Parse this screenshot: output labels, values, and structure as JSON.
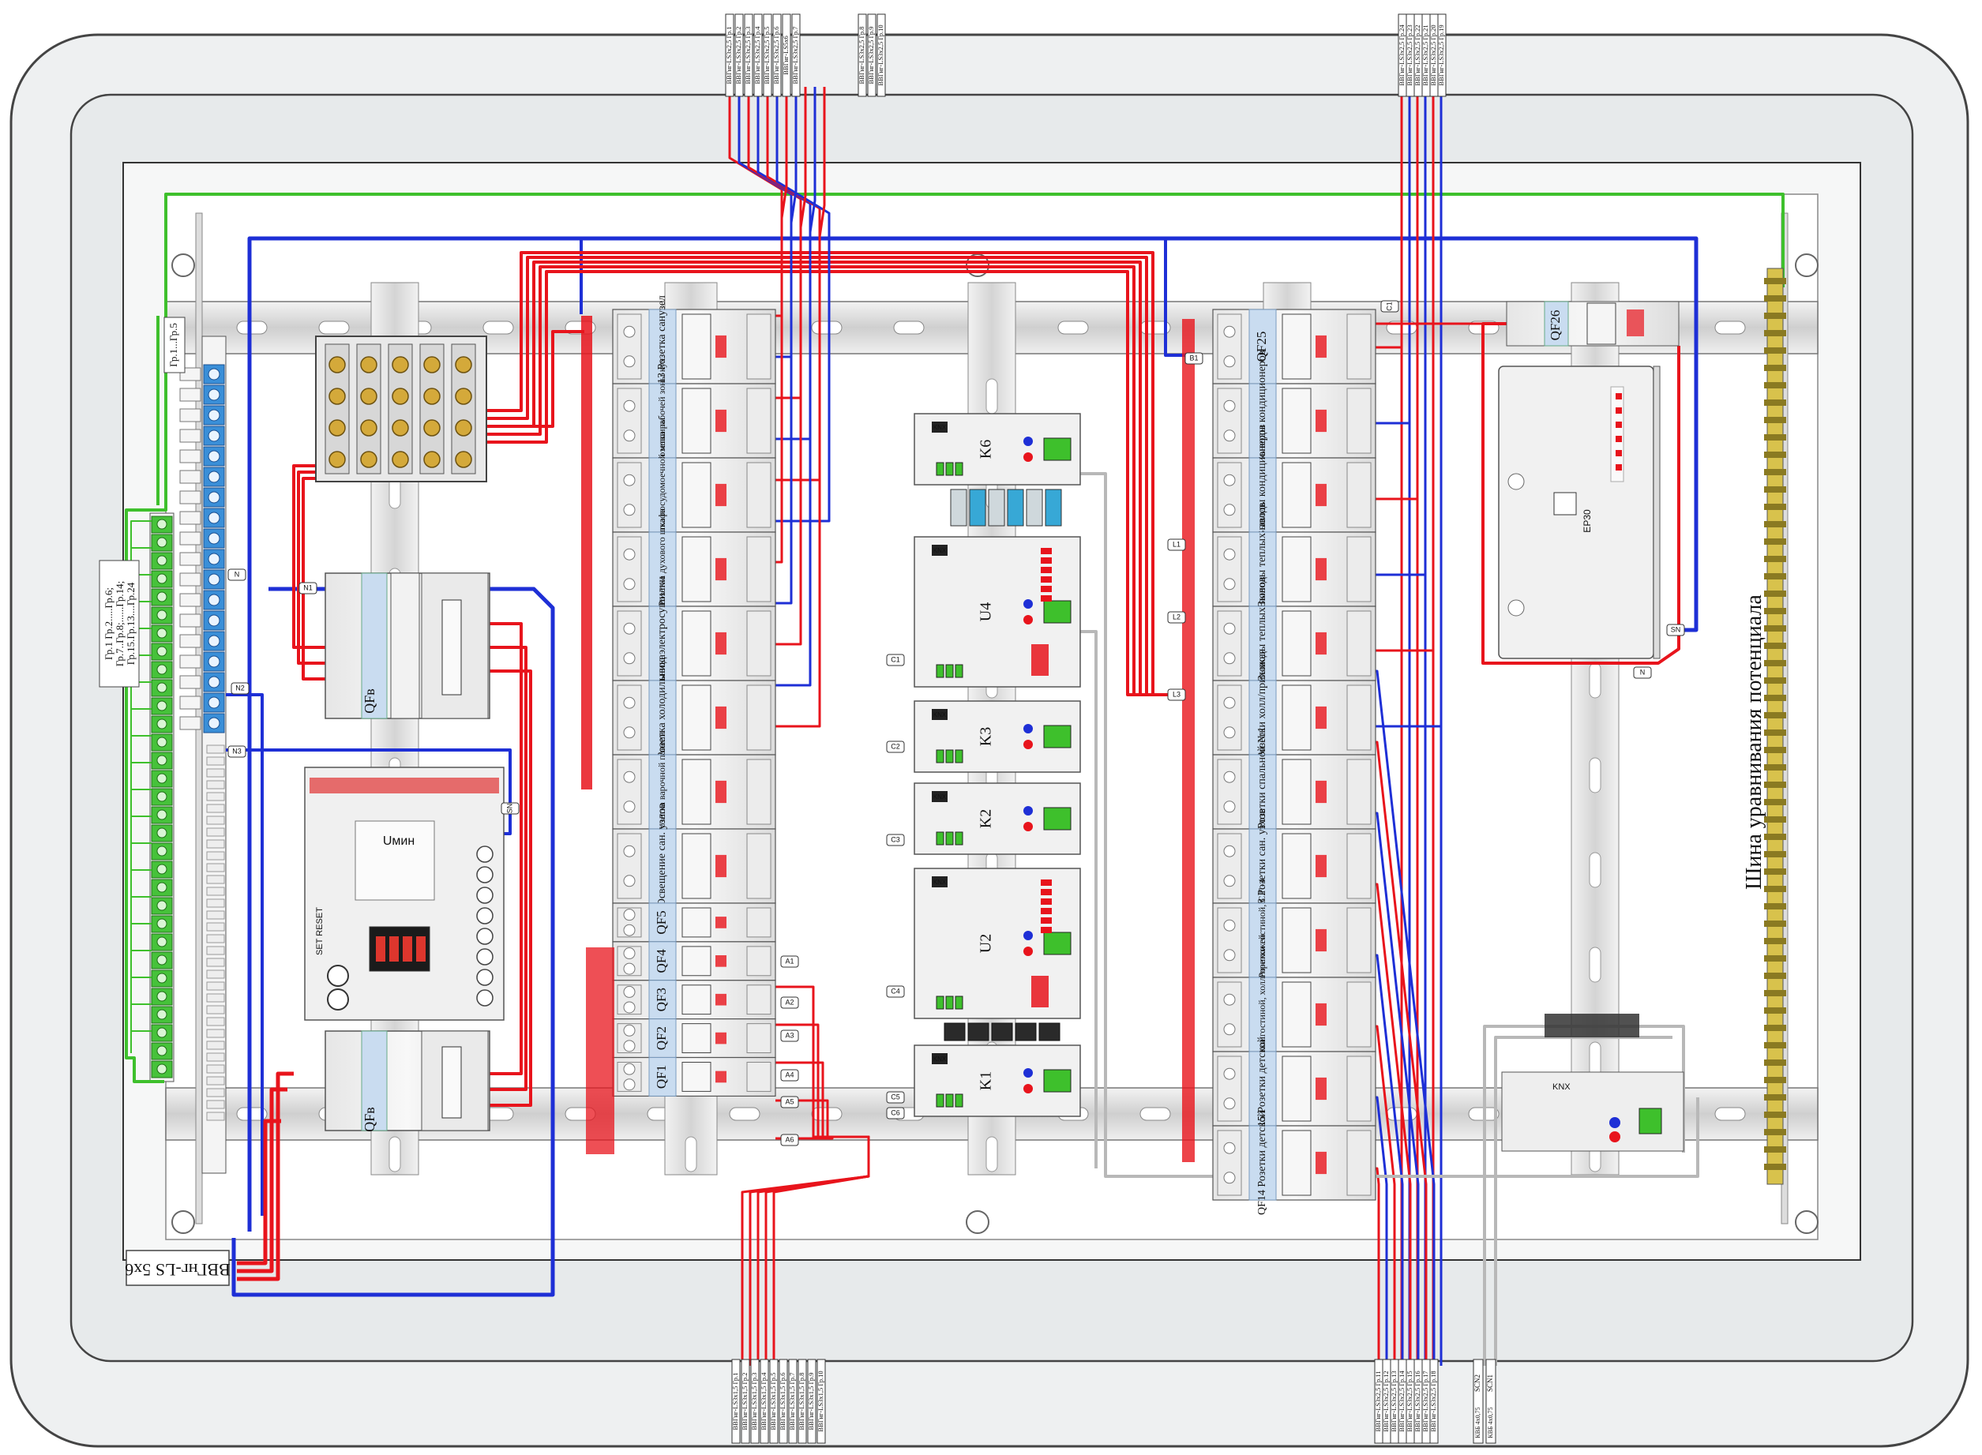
{
  "colors": {
    "phase": "#e8141c",
    "neutral": "#1e2fd6",
    "pe": "#3ec02c",
    "signal": "#b8b8b8",
    "breaker_label_bg": "#c9dcf0",
    "rail": "#d9d9d9",
    "enclosure": "#eceff1"
  },
  "top_left_cables": {
    "left_group": [
      "ВВГнг-LS3х2,5 Гр.1",
      "ВВГнг-LS3х2,5 Гр.2",
      "ВВГнг-LS3х2,5 Гр.3",
      "ВВГнг-LS3х2,5 Гр.4",
      "ВВГнг-LS3х2,5 Гр.5",
      "ВВГнг-LS3х2,5 Гр.6",
      "ВВГнг-LS5х6",
      "ВВГнг-LS3х2,5 Гр.7"
    ],
    "right_group": [
      "ВВГнг-LS3х2,5 Гр.8",
      "ВВГнг-LS3х2,5 Гр.9",
      "ВВГнг-LS3х2,5 Гр.10"
    ]
  },
  "top_right_cables": [
    "ВВГнг-LS3х2,5 Гр.24",
    "ВВГнг-LS3х2,5 Гр.23",
    "ВВГнг-LS3х2,5 Гр.22",
    "ВВГнг-LS3х2,5 Гр.21",
    "ВВГнг-LS3х2,5 Гр.20",
    "ВВГнг-LS3х2,5 Гр.19"
  ],
  "bottom_left_cables": [
    "ВВГнг-LS3х1,5 Гр.1",
    "ВВГнг-LS3х1,5 Гр.2",
    "ВВГнг-LS3х1,5 Гр.3",
    "ВВГнг-LS3х1,5 Гр.4",
    "ВВГнг-LS3х1,5 Гр.5",
    "ВВГнг-LS3х1,5 Гр.6",
    "ВВГнг-LS3х1,5 Гр.7",
    "ВВГнг-LS3х1,5 Гр.8",
    "ВВГнг-LS3х1,5 Гр.9",
    "ВВГнг-LS3х1,5 Гр.10"
  ],
  "bottom_right_cables": [
    "ВВГнг-LS3х2,5 Гр.11",
    "ВВГнг-LS3х2,5 Гр.12",
    "ВВГнг-LS3х2,5 Гр.13",
    "ВВГнг-LS3х2,5 Гр.14",
    "ВВГнг-LS3х2,5 Гр.15",
    "ВВГнг-LS3х2,5 Гр.16",
    "ВВГнг-LS3х2,5 Гр.17",
    "ВВГнг-LS3х2,5 Гр.18"
  ],
  "bottom_signal_cables": [
    {
      "code": "SCN2",
      "cable": "КВБ 4х0,75"
    },
    {
      "code": "SCN1",
      "cable": "КВБ 4х0,75"
    }
  ],
  "input_cable_label": "ВВГнг-LS 5х6",
  "pe_note": "Гр.1...Гр.5",
  "pe_groups_note": [
    "Гр.1 Гр.2.....Гр.6;",
    "Гр.7..Гр.8;......Гр.14;",
    "Гр.15.Гр.13....Гр.24"
  ],
  "pe_bar_label": "Шина уравнивания потенциала",
  "left_modules": {
    "switch_top": "QFв",
    "switch_bottom": "QFв",
    "relay_top_text": "Uмин",
    "relay_bottom_text": "SET  RESET"
  },
  "breakers_left": [
    {
      "id": "QF13",
      "desc": "Розетка санузел"
    },
    {
      "id": "QF12",
      "desc": "Розетка рабочей зоны кух."
    },
    {
      "id": "QF11",
      "desc": "Розетка посудомоечной машины"
    },
    {
      "id": "QF10",
      "desc": "Розетка духового шкафа"
    },
    {
      "id": "QF9",
      "desc": "Вывод электросушилки"
    },
    {
      "id": "QF8",
      "desc": "Розетка холодильника"
    },
    {
      "id": "QF7",
      "desc": "Розетка варочной панели"
    },
    {
      "id": "QF6",
      "desc": "Освещение сан. узлов"
    },
    {
      "id": "QF5",
      "desc": ""
    },
    {
      "id": "QF4",
      "desc": ""
    },
    {
      "id": "QF3",
      "desc": ""
    },
    {
      "id": "QF2",
      "desc": ""
    },
    {
      "id": "QF1",
      "desc": ""
    }
  ],
  "breakers_right": [
    {
      "id": "QF25",
      "desc": ""
    },
    {
      "id": "QF24",
      "desc": "Выводы кондиционеров"
    },
    {
      "id": "QF23",
      "desc": "Выводы кондиционеров"
    },
    {
      "id": "QF22",
      "desc": "Выводы теплых полов"
    },
    {
      "id": "QF21",
      "desc": "Выводы теплых полов"
    },
    {
      "id": "QF20",
      "desc": "Розетки холл/прихожая"
    },
    {
      "id": "QF19",
      "desc": "Розетки спальной №1"
    },
    {
      "id": "QF18",
      "desc": "Розетки сан. узлов"
    },
    {
      "id": "QF17",
      "desc": "Розетки гостиной, С.Г.-4"
    },
    {
      "id": "QF16",
      "desc": "Розетки гостиной, холл/прихожей"
    },
    {
      "id": "QF15",
      "desc": "Розетки детской"
    },
    {
      "id": "QF14",
      "desc": "Розетки детской"
    }
  ],
  "qf26": "QF26",
  "controllers": [
    {
      "id": "K6",
      "brand": "KNX"
    },
    {
      "id": "U4",
      "brand": "KNX"
    },
    {
      "id": "K3",
      "brand": "KNX"
    },
    {
      "id": "K2",
      "brand": "KNX"
    },
    {
      "id": "U2",
      "brand": "KNX"
    },
    {
      "id": "K1",
      "brand": "KNX"
    }
  ],
  "terminal_labels": {
    "n_tags": [
      "N",
      "N1",
      "N2",
      "N3",
      "SN"
    ],
    "a_tags": [
      "A1",
      "A2",
      "A3",
      "A4",
      "A5",
      "A6"
    ],
    "c_tags": [
      "C1",
      "C2",
      "C3",
      "C4",
      "C5",
      "C6"
    ],
    "tap_tags": [
      "L1",
      "L2",
      "L3",
      "B1"
    ],
    "right_tags": [
      "SN",
      "N",
      "C1",
      "L1",
      "L2",
      "L3"
    ]
  },
  "power_supply_label": "EP30",
  "bottom_right_module_label": "KNX"
}
